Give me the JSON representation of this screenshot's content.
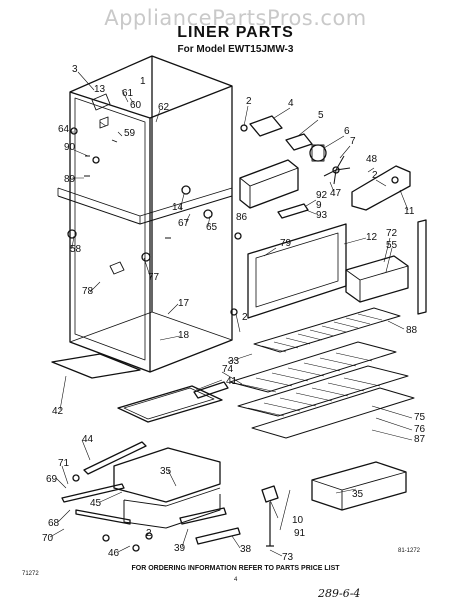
{
  "watermark": "AppliancePartsPros.com",
  "title": "LINER PARTS",
  "model": "For Model EWT15JMW-3",
  "footer": "FOR ORDERING INFORMATION REFER TO PARTS PRICE LIST",
  "footer_code": "71272",
  "page_number": "4",
  "handwritten": "289-6-4",
  "right_code": "81-1272",
  "part_labels": [
    "3",
    "1",
    "61",
    "13",
    "60",
    "62",
    "59",
    "64",
    "90",
    "89",
    "2",
    "4",
    "5",
    "6",
    "7",
    "48",
    "2",
    "47",
    "92",
    "9",
    "93",
    "11",
    "14",
    "67",
    "65",
    "86",
    "58",
    "79",
    "12",
    "72",
    "55",
    "77",
    "78",
    "17",
    "18",
    "2",
    "88",
    "33",
    "74",
    "41",
    "42",
    "75",
    "76",
    "87",
    "44",
    "35",
    "71",
    "69",
    "45",
    "68",
    "70",
    "2",
    "46",
    "39",
    "38",
    "10",
    "91",
    "35",
    "73"
  ]
}
